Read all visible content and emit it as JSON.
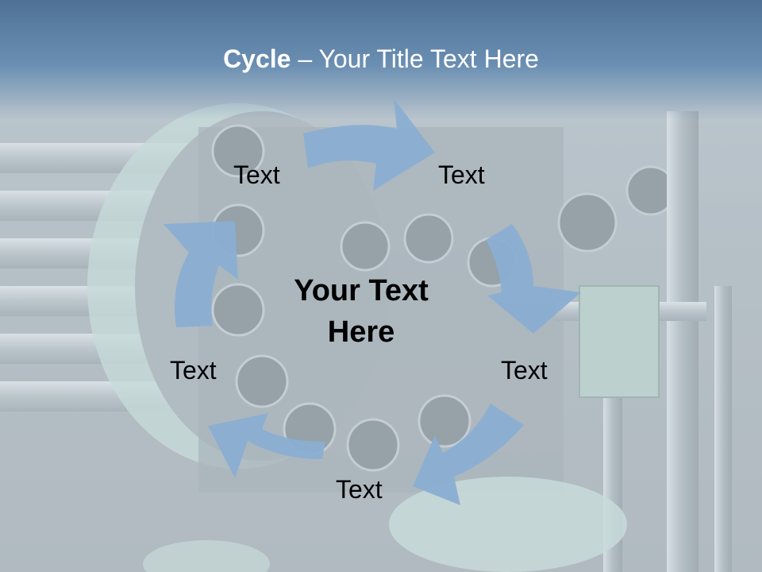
{
  "slide": {
    "title_bold": "Cycle",
    "title_rest": " – Your Title Text Here",
    "center_text_line1": "Your Text",
    "center_text_line2": "Here",
    "labels": [
      "Text",
      "Text",
      "Text",
      "Text",
      "Text"
    ],
    "arrow_color": "#86aacf",
    "title_bar_color": "#5a7da3"
  }
}
